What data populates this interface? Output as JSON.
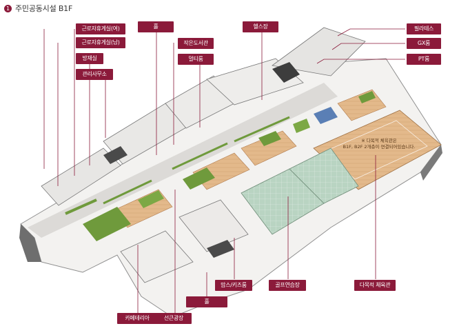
{
  "section": {
    "number": "1",
    "title": "주민공동시설 B1F"
  },
  "labels": {
    "rest_female": "근로자휴게실(여)",
    "rest_male": "근로자휴게실(남)",
    "disaster_room": "방재실",
    "office": "관리사무소",
    "hall_top": "홀",
    "small_library": "작은도서관",
    "multi_room": "멀티룸",
    "fitness": "헬스장",
    "pilates": "필라테스",
    "gx_room": "GX룸",
    "pt_room": "PT룸",
    "kids_room": "맘스/키즈룸",
    "golf": "골프연습장",
    "multipurpose_gym": "다목적 체육관",
    "hall_bottom": "홀",
    "cafeteria": "카페테리아",
    "sunken_plaza": "선큰광장"
  },
  "gym_note": {
    "line1": "※ 다목적 체육관은",
    "line2": "B1F, B2F 2개층이 연결되어있습니다."
  },
  "colors": {
    "tag": "#8b1a3a",
    "wood": "#c9875a",
    "green": "#6f9a3c",
    "glass": "#a9c9b6",
    "floor": "#f2f1ef"
  }
}
